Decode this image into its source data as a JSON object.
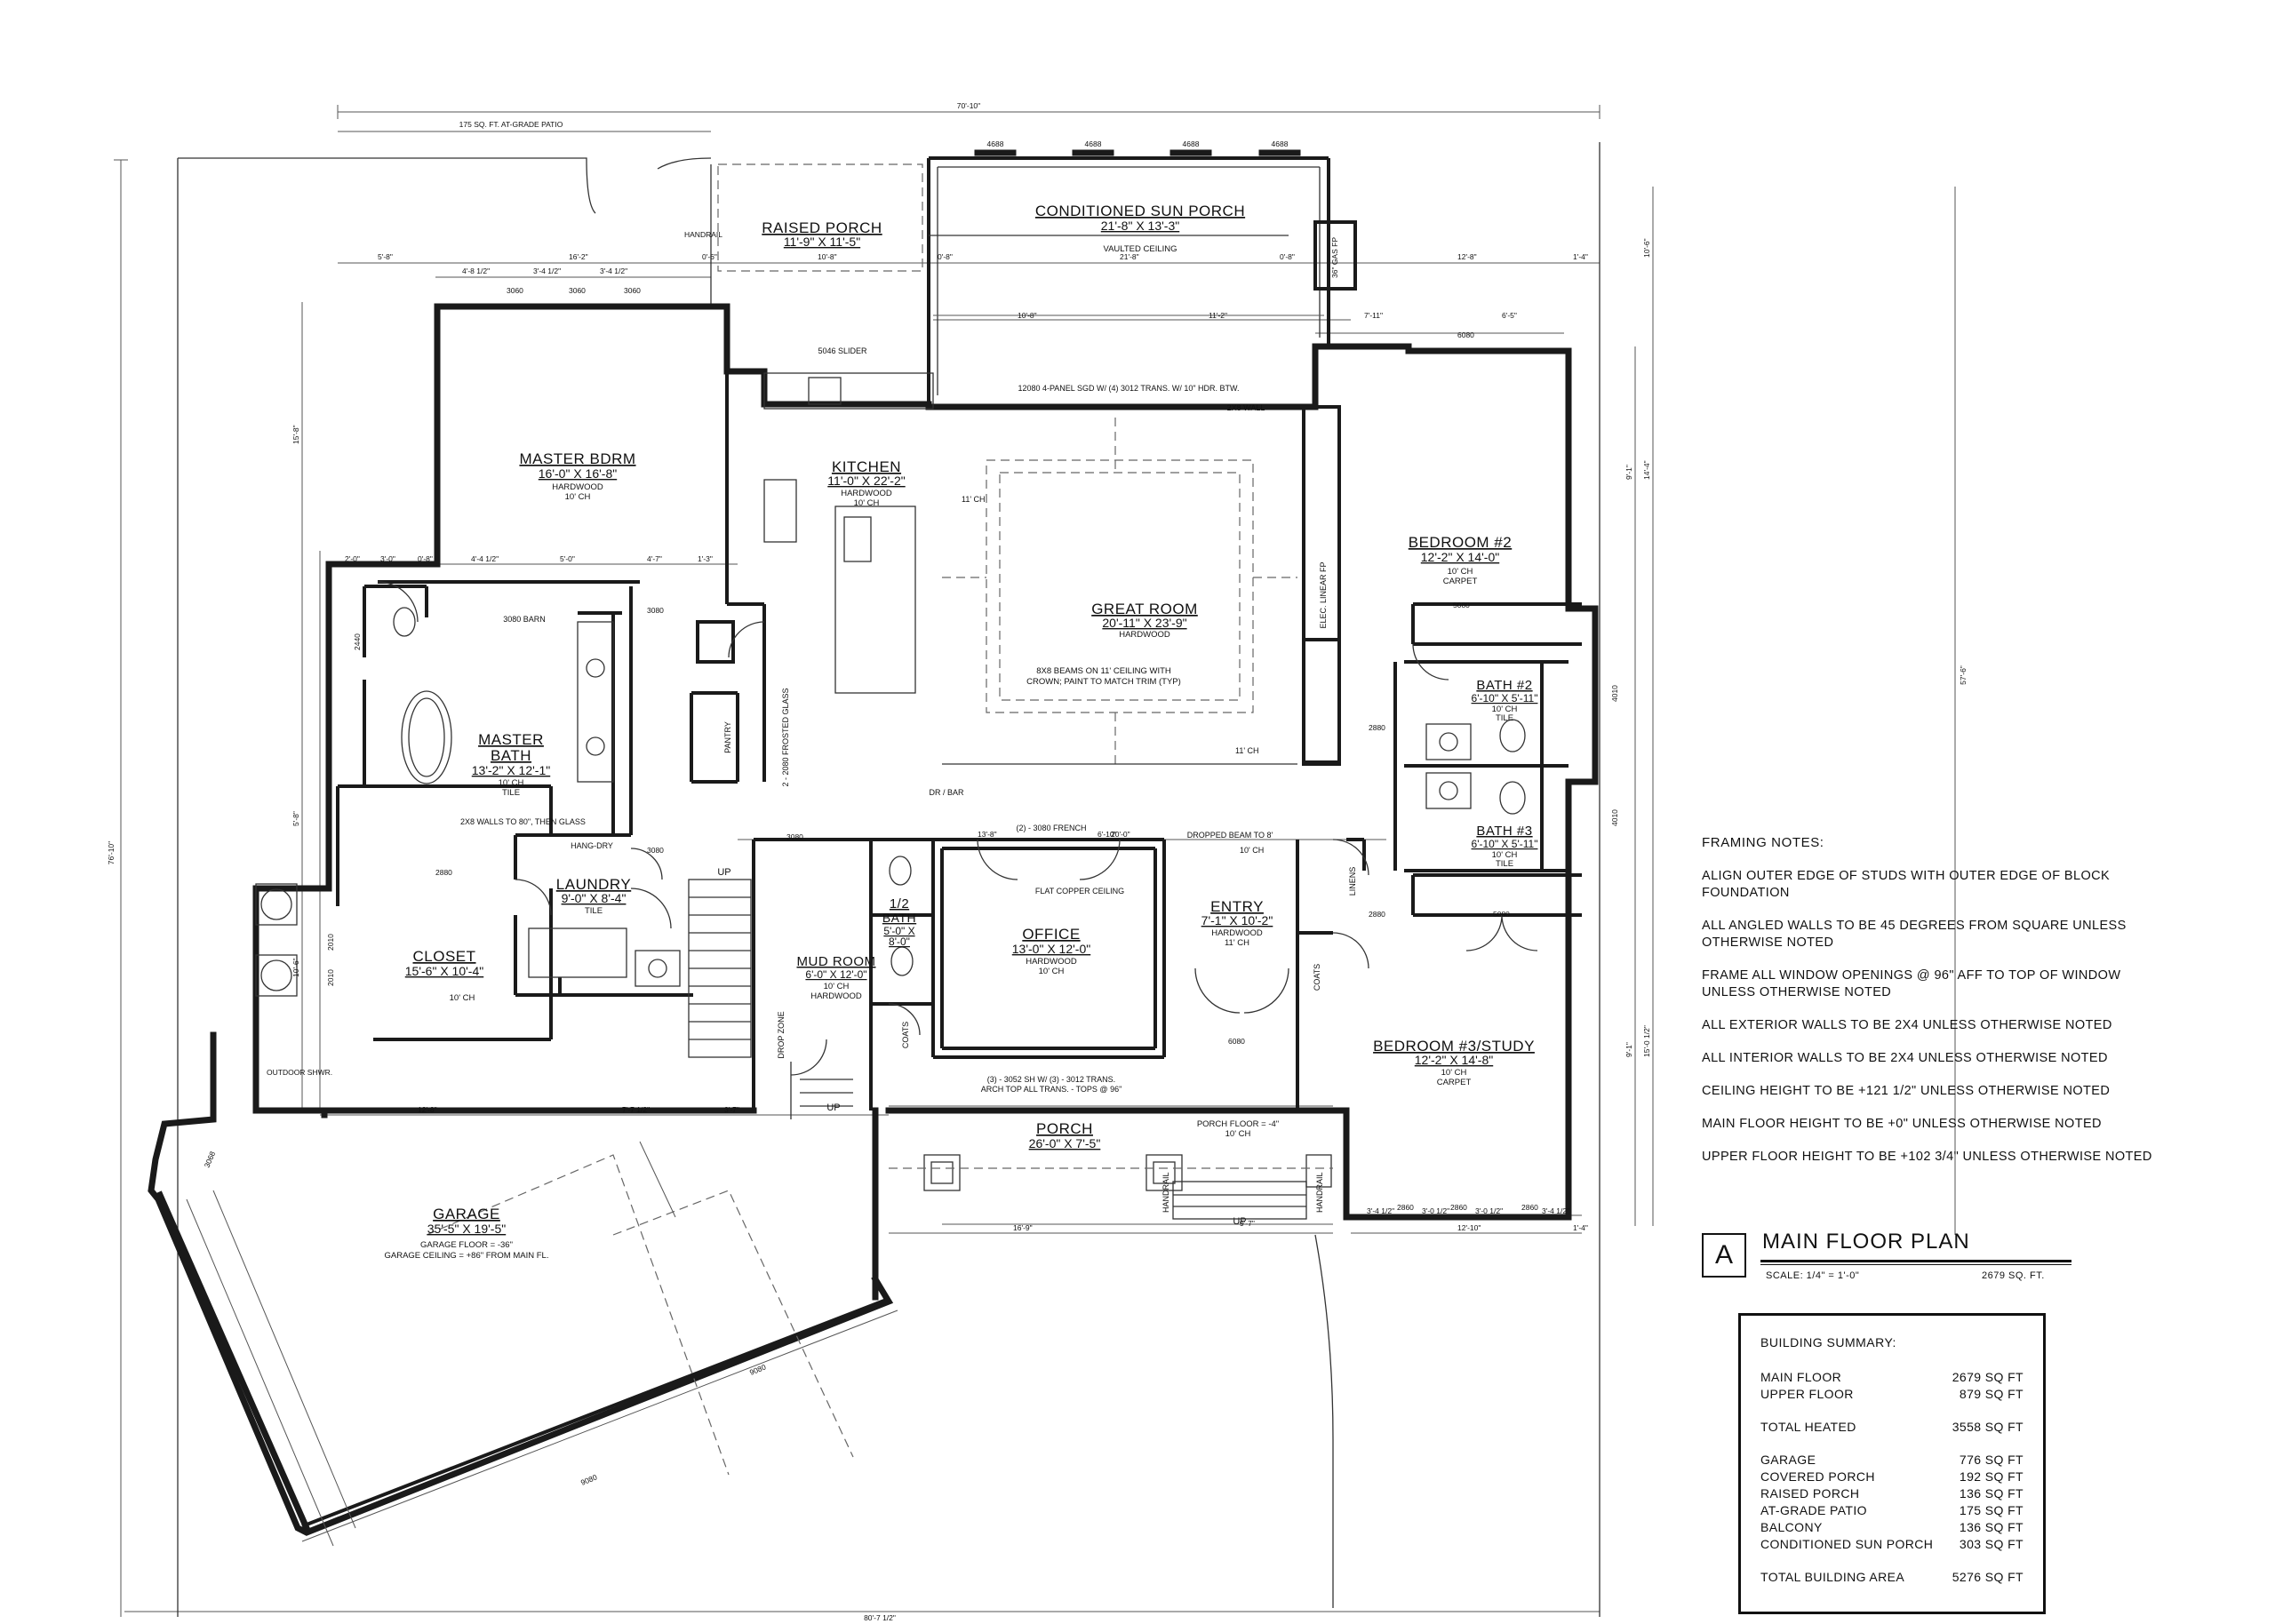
{
  "title_block": {
    "letter": "A",
    "title": "MAIN FLOOR PLAN",
    "scale": "SCALE:  1/4\" = 1'-0\"",
    "area": "2679 SQ. FT."
  },
  "framing_notes": {
    "title": "FRAMING NOTES:",
    "items": [
      "ALIGN OUTER EDGE OF STUDS WITH OUTER EDGE OF BLOCK FOUNDATION",
      "ALL ANGLED WALLS TO BE 45 DEGREES FROM SQUARE UNLESS OTHERWISE NOTED",
      "FRAME ALL WINDOW OPENINGS @ 96\" AFF TO TOP OF WINDOW UNLESS OTHERWISE NOTED",
      "ALL EXTERIOR WALLS TO BE 2X4 UNLESS OTHERWISE NOTED",
      "ALL INTERIOR WALLS TO BE 2X4 UNLESS OTHERWISE NOTED",
      "CEILING HEIGHT TO BE +121 1/2\" UNLESS OTHERWISE NOTED",
      "MAIN FLOOR HEIGHT TO BE +0\" UNLESS OTHERWISE NOTED",
      "UPPER FLOOR HEIGHT TO BE +102 3/4\" UNLESS OTHERWISE NOTED"
    ]
  },
  "building_summary": {
    "title": "BUILDING SUMMARY:",
    "rows": [
      {
        "label": "MAIN FLOOR",
        "value": "2679 SQ FT"
      },
      {
        "label": "UPPER FLOOR",
        "value": "879 SQ FT"
      },
      {
        "label": "",
        "value": ""
      },
      {
        "label": "TOTAL HEATED",
        "value": "3558 SQ FT"
      },
      {
        "label": "",
        "value": ""
      },
      {
        "label": "GARAGE",
        "value": "776 SQ FT"
      },
      {
        "label": "COVERED PORCH",
        "value": "192 SQ FT"
      },
      {
        "label": "RAISED PORCH",
        "value": "136 SQ FT"
      },
      {
        "label": "AT-GRADE PATIO",
        "value": "175 SQ FT"
      },
      {
        "label": "BALCONY",
        "value": "136 SQ FT"
      },
      {
        "label": "CONDITIONED SUN PORCH",
        "value": "303 SQ FT"
      },
      {
        "label": "",
        "value": ""
      },
      {
        "label": "TOTAL BUILDING AREA",
        "value": "5276 SQ FT"
      }
    ]
  },
  "rooms": {
    "sun_porch": {
      "name": "CONDITIONED SUN PORCH",
      "size": "21'-8\" X 13'-3\"",
      "sub": "VAULTED CEILING"
    },
    "raised_porch": {
      "name": "RAISED PORCH",
      "size": "11'-9\" X 11'-5\""
    },
    "master_bdrm": {
      "name": "MASTER BDRM",
      "size": "16'-0\" X 16'-8\"",
      "sub1": "HARDWOOD",
      "sub2": "10' CH"
    },
    "kitchen": {
      "name": "KITCHEN",
      "size": "11'-0\" X 22'-2\"",
      "sub1": "HARDWOOD",
      "sub2": "10' CH"
    },
    "great_room": {
      "name": "GREAT ROOM",
      "size": "20'-11\" X 23'-9\"",
      "sub1": "HARDWOOD",
      "sub2": "8X8 BEAMS ON 11' CEILING WITH",
      "sub3": "CROWN; PAINT TO MATCH TRIM (TYP)"
    },
    "bedroom2": {
      "name": "BEDROOM #2",
      "size": "12'-2\" X 14'-0\"",
      "sub1": "10' CH",
      "sub2": "CARPET"
    },
    "master_bath": {
      "name": "MASTER",
      "name2": "BATH",
      "size": "13'-2\" X 12'-1\"",
      "sub1": "10' CH",
      "sub2": "TILE"
    },
    "bath2": {
      "name": "BATH #2",
      "size": "6'-10\" X 5'-11\"",
      "sub1": "10' CH",
      "sub2": "TILE"
    },
    "bath3": {
      "name": "BATH #3",
      "size": "6'-10\" X 5'-11\"",
      "sub1": "10' CH",
      "sub2": "TILE"
    },
    "laundry": {
      "name": "LAUNDRY",
      "size": "9'-0\" X 8'-4\"",
      "sub": "TILE"
    },
    "closet": {
      "name": "CLOSET",
      "size": "15'-6\" X 10'-4\"",
      "sub": "10' CH"
    },
    "half_bath": {
      "name": "1/2",
      "name2": "BATH",
      "size1": "5'-0\" X",
      "size2": "8'-0\""
    },
    "mud_room": {
      "name": "MUD ROOM",
      "size": "6'-0\" X 12'-0\"",
      "sub1": "10' CH",
      "sub2": "HARDWOOD"
    },
    "office": {
      "name": "OFFICE",
      "size": "13'-0\" X 12'-0\"",
      "sub1": "HARDWOOD",
      "sub2": "10' CH"
    },
    "entry": {
      "name": "ENTRY",
      "size": "7'-1\" X 10'-2\"",
      "sub1": "HARDWOOD",
      "sub2": "11' CH"
    },
    "bedroom3": {
      "name": "BEDROOM #3/STUDY",
      "size": "12'-2\" X 14'-8\"",
      "sub1": "10' CH",
      "sub2": "CARPET"
    },
    "porch": {
      "name": "PORCH",
      "size": "26'-0\" X 7'-5\"",
      "sub1": "PORCH FLOOR = -4\"",
      "sub2": "10' CH"
    },
    "garage": {
      "name": "GARAGE",
      "size": "35'-5\" X 19'-5\"",
      "sub1": "GARAGE FLOOR = -36\"",
      "sub2": "GARAGE CEILING = +86\" FROM MAIN FL."
    }
  },
  "labels": {
    "patio": "175 SQ. FT. AT-GRADE PATIO",
    "overall_top": "70'-10\"",
    "overall_bottom": "80'-7 1/2\"",
    "overall_left": "76'-10\"",
    "overall_right": "57'-6\"",
    "great_slider": "12080 4-PANEL SGD W/ (4) 3012 TRANS. W/ 10\" HDR. BTW.",
    "slider_5046": "5046 SLIDER",
    "wall_2x8": "2X8 WALL",
    "barn": "3080 BARN",
    "french": "(2) - 3080 FRENCH",
    "dropped_beam": "DROPPED BEAM TO 8'",
    "dr_bar": "DR / BAR",
    "office_trans1": "(3) - 3052 SH W/ (3) - 3012 TRANS.",
    "office_trans2": "ARCH TOP ALL TRANS. - TOPS @ 96\"",
    "up": "UP",
    "frosted": "2 - 2080 FROSTED GLASS",
    "pantry": "PANTRY",
    "elec_fp": "ELEC. LINEAR FP",
    "gas_fp": "36\" GAS FP",
    "outdoor_shwr": "OUTDOOR SHWR.",
    "drop_zone": "DROP ZONE",
    "coats": "COATS",
    "linens": "LINENS",
    "hang_dry": "HANG-DRY",
    "handrail": "HANDRAIL",
    "shower_note": "2X8 WALLS TO 80\", THEN GLASS",
    "ceiling_11": "11' CH",
    "ceiling_10": "10' CH",
    "flat_copper": "FLAT COPPER CEILING",
    "d_3080": "3080",
    "d_2880": "2880",
    "d_6080": "6080",
    "d_5080": "5080",
    "d_4688": "4688",
    "d_3060": "3060",
    "d_2860": "2860",
    "d_2440": "2440",
    "d_2010": "2010",
    "d_4010": "4010",
    "d_9080": "9080",
    "d_3068": "3068"
  }
}
